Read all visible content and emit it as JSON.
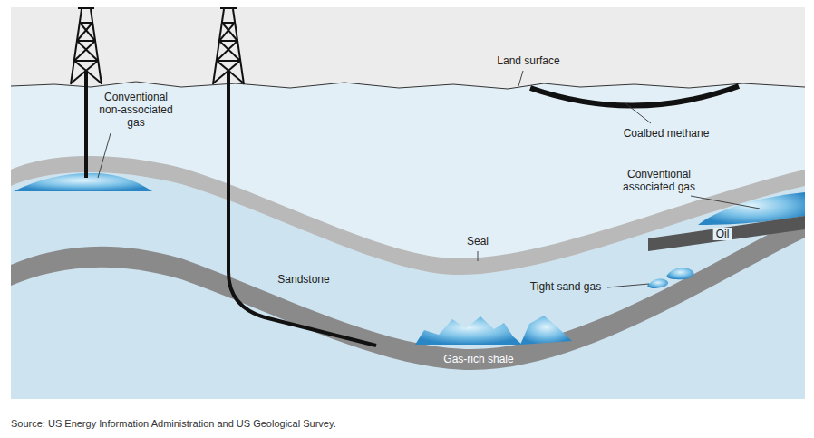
{
  "diagram": {
    "caption": "Source: US Energy Information Administration and US Geological Survey.",
    "labels": [
      "Land surface",
      "Coalbed methane",
      "Conventional non-associated gas",
      "Conventional associated gas",
      "Seal",
      "Oil",
      "Sandstone",
      "Tight sand gas",
      "Gas-rich shale"
    ]
  }
}
